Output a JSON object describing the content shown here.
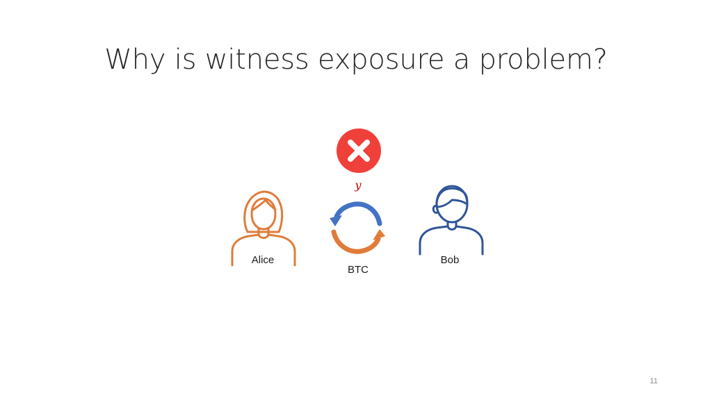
{
  "slide": {
    "title": "Why is witness exposure a problem?",
    "variable": "y",
    "page_number": "11"
  },
  "participants": {
    "alice": {
      "name": "Alice",
      "icon": "woman-user-icon",
      "color": "#e07b39"
    },
    "bob": {
      "name": "Bob",
      "icon": "man-user-icon",
      "color": "#2f5597"
    }
  },
  "asset": {
    "label": "BTC",
    "icon": "exchange-cycle-icon",
    "colors": {
      "top_arrow": "#4472c4",
      "bottom_arrow": "#e07b39"
    }
  },
  "status": {
    "icon": "close-icon",
    "color": "#f0403a"
  }
}
